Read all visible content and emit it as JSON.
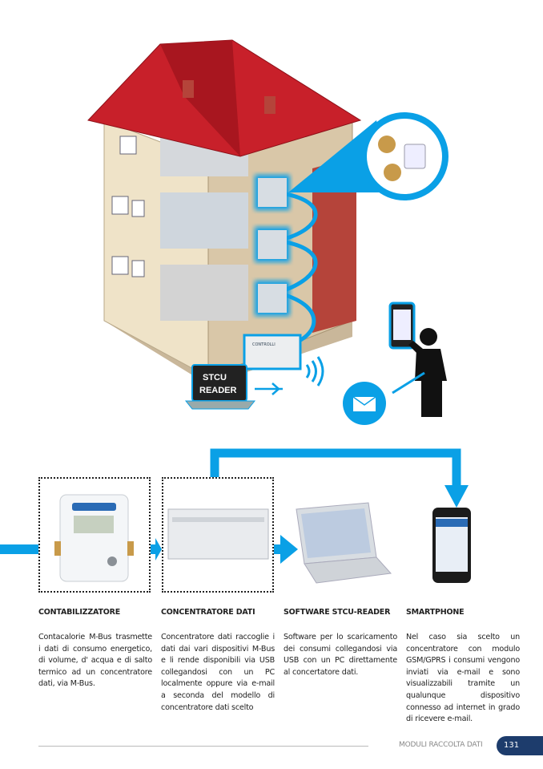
{
  "illustration": {
    "laptop_screen_label": "STCU READER",
    "device_brand": "CONTROLLI"
  },
  "flow": {
    "items": [
      {
        "title": "CONTABILIZZATORE",
        "text": "Contacalorie M-Bus trasmette i dati di consumo energetico, di volume, d' acqua e di salto termico ad un concentratore dati, via M-Bus."
      },
      {
        "title": "CONCENTRATORE DATI",
        "text": "Concentratore dati raccoglie i dati dai vari dispositivi M-Bus e li rende disponibili via USB collegandosi con un PC localmente oppure via e-mail a seconda del modello di concentratore dati scelto"
      },
      {
        "title": "SOFTWARE STCU-READER",
        "text": "Software per lo scaricamento dei consumi collegandosi via USB con un PC direttamente al concertatore dati."
      },
      {
        "title": "SMARTPHONE",
        "text": "Nel caso sia scelto un concentratore con modulo GSM/GPRS i consumi vengono inviati via e-mail e sono visualizzabili tramite un qualunque dispositivo connesso ad internet in grado di ricevere e-mail."
      }
    ]
  },
  "footer": {
    "section": "MODULI RACCOLTA DATI",
    "page_number": "131"
  },
  "colors": {
    "accent": "#0aa0e6",
    "roof": "#c8202a",
    "badge": "#1d3c6c"
  }
}
